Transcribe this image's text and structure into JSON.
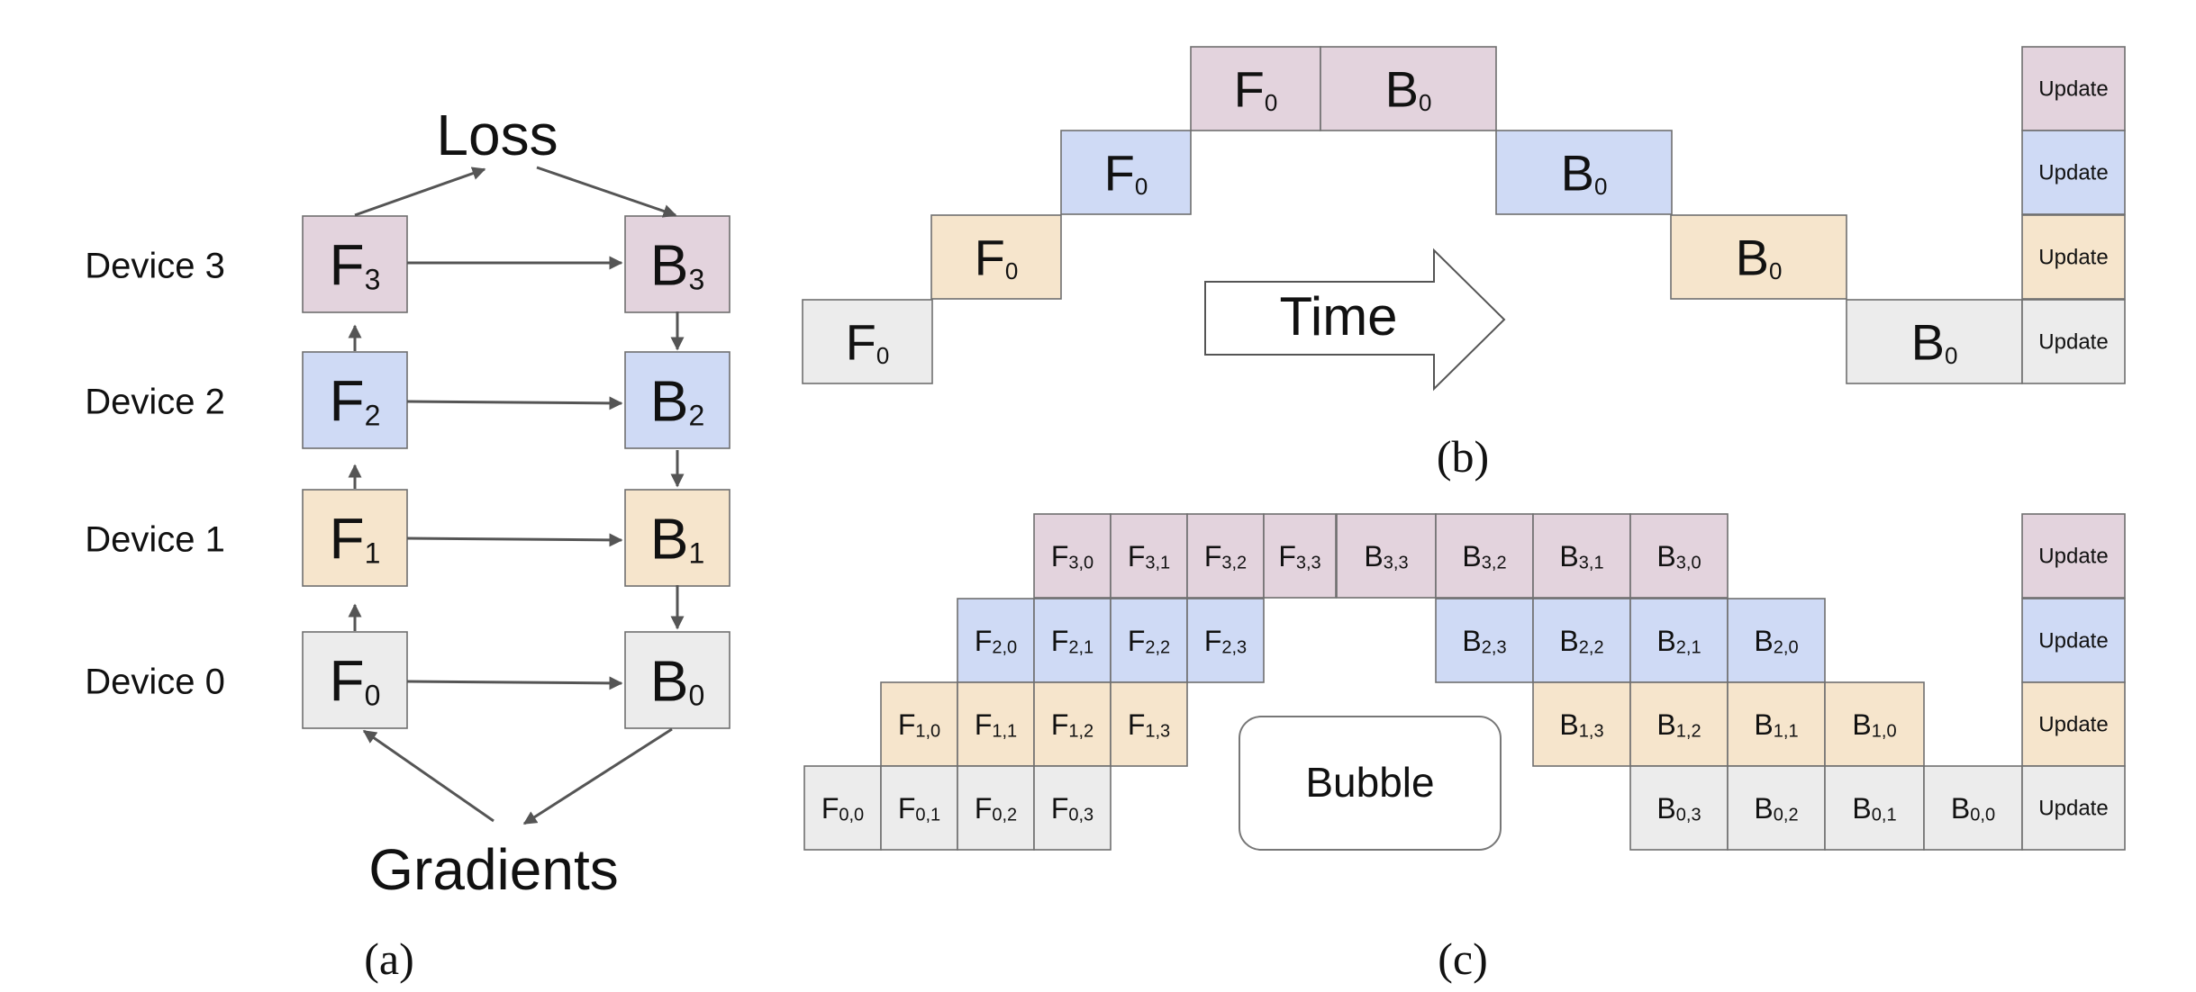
{
  "colors": {
    "device3": "#e3d3dd",
    "device2": "#cfdaf5",
    "device1": "#f6e5cc",
    "device0": "#ececec",
    "border": "#6f6f6f",
    "arrow": "#555555"
  },
  "panel_a": {
    "caption": "(a)",
    "loss_label": "Loss",
    "gradients_label": "Gradients",
    "devices": [
      {
        "label": "Device 3",
        "f": "F",
        "b": "B",
        "sub": "3",
        "color": "device3"
      },
      {
        "label": "Device 2",
        "f": "F",
        "b": "B",
        "sub": "2",
        "color": "device2"
      },
      {
        "label": "Device 1",
        "f": "F",
        "b": "B",
        "sub": "1",
        "color": "device1"
      },
      {
        "label": "Device 0",
        "f": "F",
        "b": "B",
        "sub": "0",
        "color": "device0"
      }
    ]
  },
  "panel_b": {
    "caption": "(b)",
    "time_label": "Time",
    "forward_letter": "F",
    "backward_letter": "B",
    "subscript": "0",
    "update_label": "Update"
  },
  "panel_c": {
    "caption": "(c)",
    "bubble_label": "Bubble",
    "update_label": "Update",
    "rows": [
      {
        "color": "device3",
        "forward": [
          "3,0",
          "3,1",
          "3,2",
          "3,3"
        ],
        "backward": [
          "3,3",
          "3,2",
          "3,1",
          "3,0"
        ]
      },
      {
        "color": "device2",
        "forward": [
          "2,0",
          "2,1",
          "2,2",
          "2,3"
        ],
        "backward": [
          "2,3",
          "2,2",
          "2,1",
          "2,0"
        ]
      },
      {
        "color": "device1",
        "forward": [
          "1,0",
          "1,1",
          "1,2",
          "1,3"
        ],
        "backward": [
          "1,3",
          "1,2",
          "1,1",
          "1,0"
        ]
      },
      {
        "color": "device0",
        "forward": [
          "0,0",
          "0,1",
          "0,2",
          "0,3"
        ],
        "backward": [
          "0,3",
          "0,2",
          "0,1",
          "0,0"
        ]
      }
    ]
  }
}
